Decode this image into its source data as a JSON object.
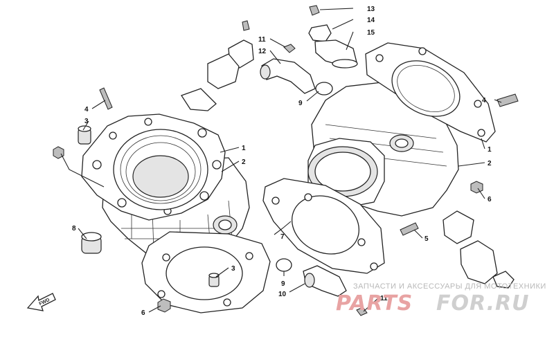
{
  "callouts": {
    "c13": "13",
    "c14": "14",
    "c15": "15",
    "c11_top": "11",
    "c12": "12",
    "c9_top": "9",
    "c4_left": "4",
    "c3_left": "3",
    "c1_left": "1",
    "c2_left": "2",
    "c8": "8",
    "c3_bottom": "3",
    "c6_bottom": "6",
    "c7": "7",
    "c9_bottom": "9",
    "c10": "10",
    "c11_bottom": "11",
    "c4_right": "4",
    "c1_right": "1",
    "c2_right": "2",
    "c6_right": "6",
    "c5": "5"
  },
  "fwd_label": "FWD",
  "watermark": {
    "tagline": "ЗАПЧАСТИ И АКСЕССУАРЫ ДЛЯ МОТОТЕХНИКИ",
    "logo_left": "PARTS",
    "logo_right": "FOR.RU",
    "logo_color_left": "#e8a3a3",
    "logo_color_right": "#cfcfcf"
  }
}
